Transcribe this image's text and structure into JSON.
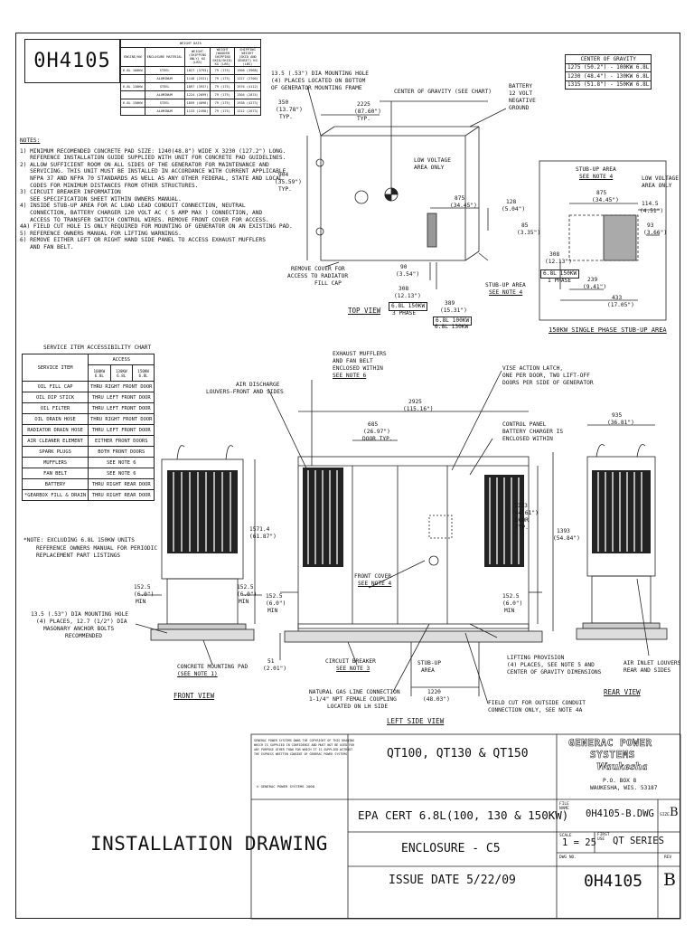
{
  "drawing_number": "0H4105",
  "weight_data": {
    "title": "WEIGHT DATA",
    "headers": [
      "ENGINE/KW",
      "ENCLOSURE MATERIAL",
      "WEIGHT (SHIPPING ONLY) KG (LBS)",
      "WEIGHT (WOODEN SHIPPING SKID/SKID) KG (LBS)",
      "SHIPPING WEIGHT (SKID AND GENSET) KG (LBS)"
    ],
    "rows": [
      [
        "6.8L 100KW",
        "STEEL",
        "1827 (3793)",
        "79 (175)",
        "1906 (3968)"
      ],
      [
        "",
        "ALUMINUM",
        "1148 (2531)",
        "79 (175)",
        "1227 (2706)"
      ],
      [
        "6.8L 130KW",
        "STEEL",
        "1897 (3937)",
        "79 (175)",
        "1976 (4112)"
      ],
      [
        "",
        "ALUMINUM",
        "1224 (2699)",
        "79 (175)",
        "1304 (2874)"
      ],
      [
        "6.8L 150KW",
        "STEEL",
        "1859 (4098)",
        "79 (175)",
        "1938 (4273)"
      ],
      [
        "",
        "ALUMINUM",
        "1133 (2498)",
        "79 (175)",
        "1212 (2673)"
      ]
    ]
  },
  "notes_title": "NOTES:",
  "notes": [
    "1) MINIMUM RECOMENDED CONCRETE PAD SIZE: 1240(48.8\") WIDE X 3230 (127.2\") LONG.",
    "   REFERENCE INSTALLATION GUIDE SUPPLIED WITH UNIT FOR CONCRETE PAD GUIDELINES.",
    "2) ALLOW SUFFICIENT ROOM ON ALL SIDES OF THE GENERATOR FOR MAINTENANCE AND",
    "   SERVICING. THIS UNIT MUST BE INSTALLED IN ACCORDANCE WITH CURRENT APPLICABLE",
    "   NFPA 37 AND NFPA 70 STANDARDS AS WELL AS ANY OTHER FEDERAL, STATE AND LOCAL",
    "   CODES FOR MINIMUM DISTANCES FROM OTHER STRUCTURES.",
    "3) CIRCUIT BREAKER INFORMATION",
    "   SEE SPECIFICATION SHEET WITHIN OWNERS MANUAL.",
    "4) INSIDE STUB-UP AREA FOR AC LOAD LEAD CONDUIT CONNECTION, NEUTRAL",
    "   CONNECTION, BATTERY CHARGER 120 VOLT AC ( 5 AMP MAX ) CONNECTION, AND",
    "   ACCESS TO TRANSFER SWITCH CONTROL WIRES. REMOVE FRONT COVER FOR ACCESS.",
    "4A) FIELD CUT HOLE IS ONLY REQUIRED FOR MOUNTING OF GENERATOR ON AN EXISTING PAD.",
    "5) REFERENCE OWNERS MANUAL FOR LIFTING WARNINGS.",
    "6) REMOVE EITHER LEFT OR RIGHT HAND SIDE PANEL TO ACCESS EXHAUST MUFFLERS",
    "   AND FAN BELT."
  ],
  "service_chart": {
    "title": "SERVICE ITEM ACCESSIBILITY CHART",
    "access_header": "ACCESS",
    "col_item": "SERVICE ITEM",
    "cols": [
      "100KW 6.8L",
      "130KW 6.8L",
      "150KW 6.8L"
    ],
    "rows": [
      [
        "OIL FILL CAP",
        "THRU RIGHT FRONT DOOR"
      ],
      [
        "OIL DIP STICK",
        "THRU LEFT FRONT DOOR"
      ],
      [
        "OIL FILTER",
        "THRU LEFT FRONT DOOR"
      ],
      [
        "OIL DRAIN HOSE",
        "THRU RIGHT FRONT DOOR"
      ],
      [
        "RADIATOR DRAIN HOSE",
        "THRU LEFT FRONT DOOR"
      ],
      [
        "AIR CLEANER ELEMENT",
        "EITHER FRONT DOORS"
      ],
      [
        "SPARK PLUGS",
        "BOTH FRONT DOORS"
      ],
      [
        "MUFFLERS",
        "SEE NOTE 6"
      ],
      [
        "FAN BELT",
        "SEE NOTE 6"
      ],
      [
        "BATTERY",
        "THRU RIGHT REAR DOOR"
      ],
      [
        "*GEARBOX FILL & DRAIN",
        "THRU RIGHT REAR DOOR"
      ]
    ],
    "footnote": "*NOTE: EXCLUDING 6.8L 150KW UNITS",
    "ref": [
      "REFERENCE OWNERS MANUAL FOR PERIODIC",
      "REPLACEMENT PART LISTINGS"
    ]
  },
  "cog_table": {
    "title": "CENTER OF GRAVITY",
    "rows": [
      "1275 (50.2\") - 100KW 6.8L",
      "1230 (48.4\") - 130KW 6.8L",
      "1315 (51.8\") - 150KW 6.8L"
    ]
  },
  "top_view": {
    "label": "TOP VIEW",
    "mount_hole": [
      "13.5 (.53\") DIA MOUNTING HOLE",
      "(4) PLACES LOCATED ON BOTTOM",
      "OF GENERATOR MOUNTING FRAME"
    ],
    "dim_350": [
      "350",
      "(13.78\")",
      "TYP."
    ],
    "dim_2225": [
      "2225",
      "(87.60\")",
      "TYP."
    ],
    "cog": "CENTER OF GRAVITY (SEE CHART)",
    "battery": [
      "BATTERY",
      "12 VOLT",
      "NEGATIVE",
      "GROUND"
    ],
    "low_voltage": [
      "LOW VOLTAGE",
      "AREA ONLY"
    ],
    "dim_904": [
      "904",
      "(35.59\")",
      "TYP."
    ],
    "dim_875": [
      "875",
      "(34.45\")"
    ],
    "dim_128": [
      "128",
      "(5.04\")"
    ],
    "dim_85": [
      "85",
      "(3.35\")"
    ],
    "remove_cover": [
      "REMOVE COVER FOR",
      "ACCESS TO RADIATOR",
      "FILL CAP"
    ],
    "dim_90": [
      "90",
      "(3.54\")"
    ],
    "dim_308": [
      "308",
      "(12.13\")"
    ],
    "phase3": [
      "6.8L 150KW",
      "3 PHASE"
    ],
    "stub": [
      "STUB-UP AREA",
      "SEE NOTE 4"
    ],
    "dim_389": [
      "389",
      "(15.31\")"
    ],
    "kw": [
      "6.8L 100KW",
      "6.8L 130KW"
    ]
  },
  "stub_view": {
    "label": "150KW SINGLE PHASE STUB-UP AREA",
    "stub": [
      "STUB-UP AREA",
      "SEE NOTE 4"
    ],
    "low_voltage": [
      "LOW VOLTAGE",
      "AREA ONLY"
    ],
    "dim_875": [
      "875",
      "(34.45\")"
    ],
    "dim_114": [
      "114.5",
      "(4.51\")"
    ],
    "dim_93": [
      "93",
      "(3.66\")"
    ],
    "dim_308": [
      "308",
      "(12.13\")"
    ],
    "phase1": [
      "6.8L 150KW",
      "1 PHASE"
    ],
    "dim_239": [
      "239",
      "(9.41\")"
    ],
    "dim_433": [
      "433",
      "(17.05\")"
    ]
  },
  "front_view": {
    "label": "FRONT VIEW",
    "dim_1571": [
      "1571.4",
      "(61.87\")"
    ],
    "dim_152a": [
      "152.5",
      "(6.0\")",
      "MIN"
    ],
    "dim_152b": [
      "152.5",
      "(6.0\")",
      "MIN"
    ],
    "mount": [
      "13.5 (.53\") DIA MOUNTING HOLE",
      "(4) PLACES, 12.7 (1/2\") DIA",
      "MASONARY ANCHOR BOLTS",
      "RECOMMENDED"
    ],
    "pad": [
      "CONCRETE MOUNTING PAD",
      "(SEE NOTE 1)"
    ]
  },
  "side_view": {
    "label": "LEFT SIDE VIEW",
    "air_discharge": [
      "AIR DISCHARGE",
      "LOUVERS-FRONT AND SIDES"
    ],
    "exhaust": [
      "EXHAUST MUFFLERS",
      "AND FAN BELT",
      "ENCLOSED WITHIN",
      "SEE NOTE 6"
    ],
    "latch": [
      "VISE ACTION LATCH,",
      "ONE PER DOOR, TWO LIFT-OFF",
      "DOORS PER SIDE OF GENERATOR"
    ],
    "dim_2925": [
      "2925",
      "(115.16\")"
    ],
    "dim_685": [
      "685",
      "(26.97\")",
      "DOOR TYP."
    ],
    "control": [
      "CONTROL PANEL",
      "BATTERY CHARGER IS",
      "ENCLOSED WITHIN"
    ],
    "dim_1133": [
      "1133",
      "(44.61\")",
      "DOOR",
      "TYP."
    ],
    "dim_1393": [
      "1393",
      "(54.84\")"
    ],
    "front_cover": [
      "FRONT COVER",
      "SEE NOTE 4"
    ],
    "dim_152c": [
      "152.5",
      "(6.0\")",
      "MIN"
    ],
    "dim_152d": [
      "152.5",
      "(6.0\")",
      "MIN"
    ],
    "dim_51": [
      "51",
      "(2.01\")"
    ],
    "breaker": [
      "CIRCUIT BREAKER",
      "SEE NOTE 3"
    ],
    "stub": [
      "STUB-UP",
      "AREA"
    ],
    "lifting": [
      "LIFTING PROVISION",
      "(4) PLACES, SEE NOTE 5 AND",
      "CENTER OF GRAVITY DIMENSIONS"
    ],
    "gas": [
      "NATURAL GAS LINE CONNECTION",
      "1-1/4\" NPT FEMALE COUPLING",
      "LOCATED ON LH SIDE"
    ],
    "dim_1220": [
      "1220",
      "(48.03\")"
    ],
    "field_cut": [
      "FIELD CUT FOR OUTSIDE CONDUIT",
      "CONNECTION ONLY, SEE NOTE 4A"
    ]
  },
  "rear_view": {
    "label": "REAR VIEW",
    "dim_935": [
      "935",
      "(36.81\")"
    ],
    "air_inlet": [
      "AIR INLET LOUVERS",
      "REAR AND SIDES"
    ]
  },
  "title_block": {
    "copyright": [
      "GENERAC POWER SYSTEMS OWNS THE COPYRIGHT OF THIS DRAWING",
      "WHICH IS SUPPLIED IN CONFIDENCE AND MUST NOT BE USED FOR",
      "ANY PURPOSE OTHER THAN FOR WHICH IT IS SUPPLIED WITHOUT",
      "THE EXPRESS WRITTEN CONSENT OF GENERAC POWER SYSTEMS."
    ],
    "copy_year": "© GENERAC POWER SYSTEMS 2008",
    "models": "QT100, QT130 & QT150",
    "company": [
      "GENERAC POWER",
      "SYSTEMS"
    ],
    "waukesha": "Waukesha",
    "address": [
      "P.O. BOX 8",
      "WAUKESHA, WIS. 53187"
    ],
    "epa": "EPA CERT 6.8L(100, 130 & 150KW)",
    "enclosure": "ENCLOSURE - C5",
    "issue": "ISSUE DATE 5/22/09",
    "title": "INSTALLATION DRAWING",
    "file_label": [
      "FILE",
      "NAME"
    ],
    "file": "0H4105-B.DWG",
    "size_label": "SIZE",
    "size": "B",
    "scale_label": "SCALE",
    "scale": "1 = 25",
    "first_use_label": [
      "FIRST",
      "USE"
    ],
    "first_use": "QT SERIES",
    "dwg_label": "DWG NO.",
    "dwg": "0H4105",
    "rev_label": "REV",
    "rev": "B"
  }
}
